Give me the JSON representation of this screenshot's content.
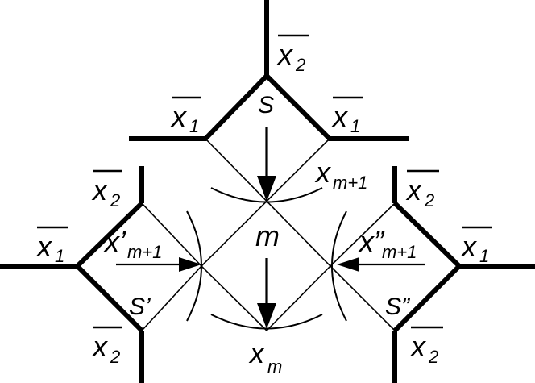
{
  "labels": {
    "x1_bar": "x",
    "x1_sub": "1",
    "x2_bar": "x",
    "x2_sub": "2",
    "s": "S",
    "s_prime": "S’",
    "s_dprime": "S”",
    "m": "m",
    "x_m": "x",
    "x_m_sub": "m",
    "x_m1": "x",
    "x_m1_sub": "m+1",
    "x_m1_prime": "x’",
    "x_m1_prime_sub": "m+1",
    "x_m1_dprime": "x”",
    "x_m1_dprime_sub": "m+1"
  }
}
